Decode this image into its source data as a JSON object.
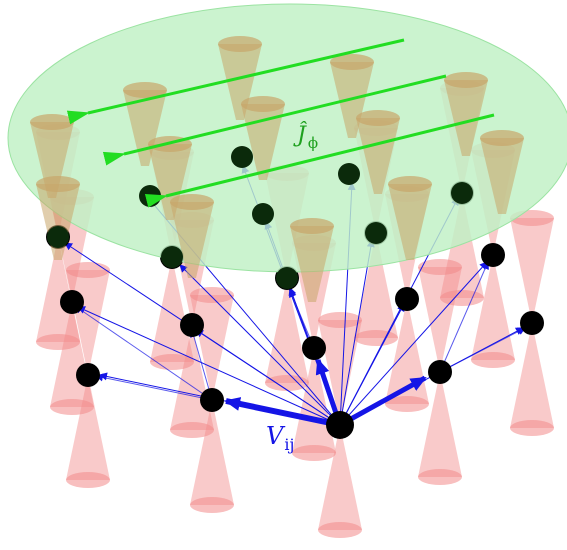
{
  "labels": {
    "current": "Ĵ",
    "current_sub": "ϕ",
    "coupling": "V",
    "coupling_sub": "ij"
  },
  "colors": {
    "disk_fill": "#bff0c4",
    "disk_stroke": "#9be3a2",
    "current_arrow": "#22dd22",
    "current_label": "#1fa11f",
    "cone_lower": "#f28a8a",
    "cone_upper": "#c8a56a",
    "coupling_arrow": "#1515e6",
    "coupling_label": "#1515e6",
    "atom_lower": "#000000",
    "atom_upper": "#0b2a0b"
  },
  "diagram": {
    "description_free": true,
    "counts": {
      "lattice_sites": 16,
      "current_arrows": 3
    }
  }
}
